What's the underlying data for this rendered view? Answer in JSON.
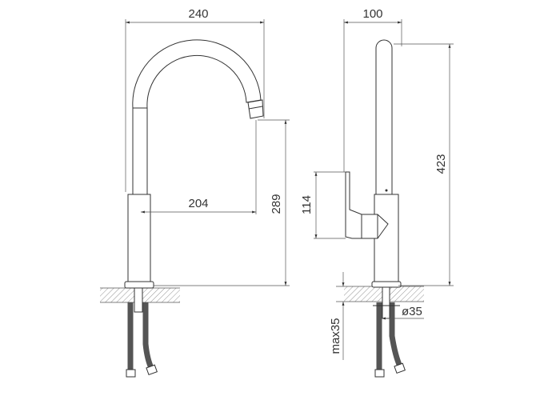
{
  "dimensions": {
    "front_width": "240",
    "spout_reach": "204",
    "spout_height": "289",
    "side_width": "100",
    "total_height": "423",
    "handle_height": "114",
    "hole_diameter": "ø35",
    "max_counter_thickness": "max35"
  }
}
